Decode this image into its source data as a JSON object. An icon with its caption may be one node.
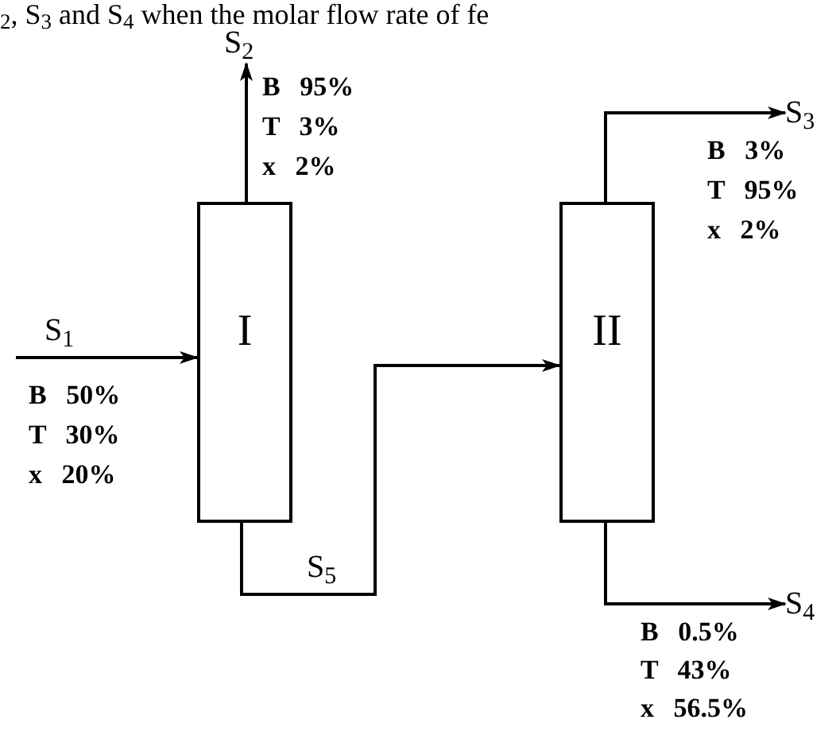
{
  "diagram": {
    "nodes": [
      {
        "text": [
          "I"
        ]
      },
      {
        "text": [
          "II"
        ]
      },
      {
        "text": [
          "S$_{2}$"
        ]
      },
      {
        "text": [
          "S$_{3}$"
        ]
      },
      {
        "text": [
          "S$_{4}$"
        ]
      }
    ],
    "edges": [
      {
        "from": null,
        "to": 0,
        "arrow": "to",
        "label": "S$_{1}$"
      },
      {
        "from": 0,
        "to": 2,
        "arrow": "to"
      },
      {
        "from": 0,
        "to": 1,
        "arrow": "to",
        "label": "S$_{5}$"
      },
      {
        "from": 1,
        "to": 3,
        "arrow": "to"
      },
      {
        "from": 1,
        "to": 4,
        "arrow": "to"
      }
    ],
    "labels": [
      "$_{2}$, S$_{3}$ and S$_{4}$ when the molar flow rate of fe",
      "B 95%",
      "T 3%",
      "x 2%",
      "B 3%",
      "T 95%",
      "x 2%",
      "B 50%",
      "T 30%",
      "x 20%",
      "B 0.5%",
      "T 43%",
      "x 56.5%"
    ]
  }
}
